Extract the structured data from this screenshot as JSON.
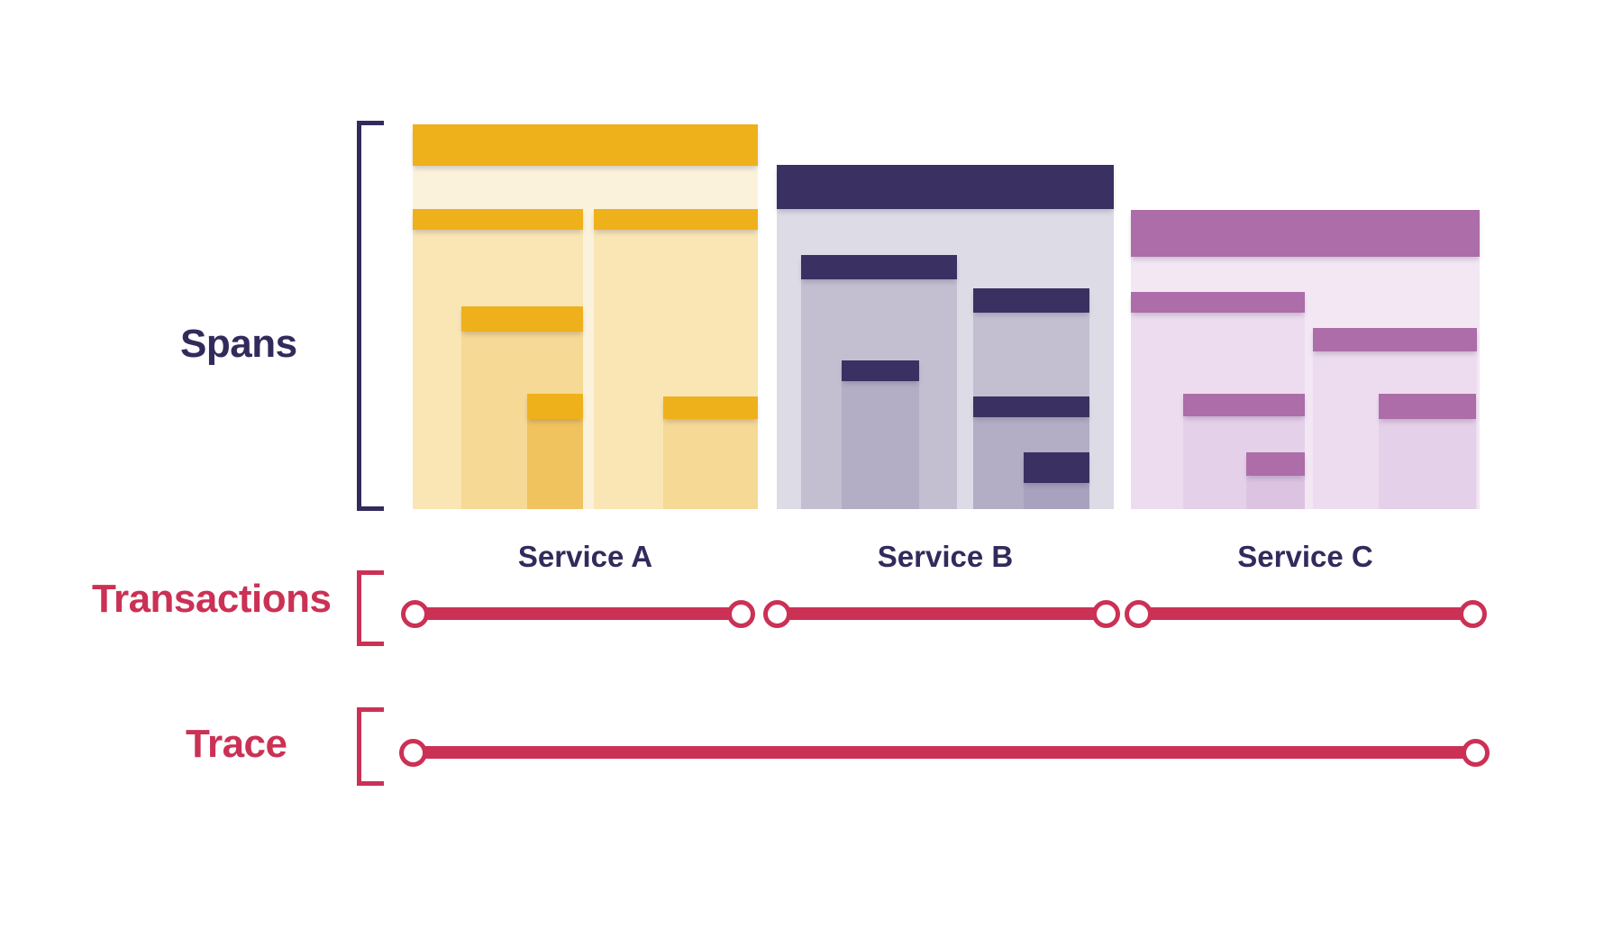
{
  "colors": {
    "background": "#FFFFFF",
    "accent_red": "#CB3155",
    "navy": "#332A5C"
  },
  "labels": {
    "spans": "Spans",
    "transactions": "Transactions",
    "trace": "Trace"
  },
  "services": [
    {
      "name": "Service A",
      "palette": {
        "header": "#EFB11B",
        "body": "#FBF2DC",
        "child": "#F9E6B4",
        "nested1": "#F6D995",
        "nested2": "#F0C35F"
      }
    },
    {
      "name": "Service B",
      "palette": {
        "header": "#3A3162",
        "body": "#DDDBE5",
        "child": "#C3BFD1",
        "nested1": "#B3AEC5",
        "nested2": "#A9A2BE"
      }
    },
    {
      "name": "Service C",
      "palette": {
        "header": "#AC6DA9",
        "body": "#F3E7F4",
        "child": "#EDDCEF",
        "nested1": "#E5D0E9",
        "nested2": "#DDC3E2"
      }
    }
  ],
  "timelines": {
    "transaction_count": 3,
    "trace_count": 1
  }
}
